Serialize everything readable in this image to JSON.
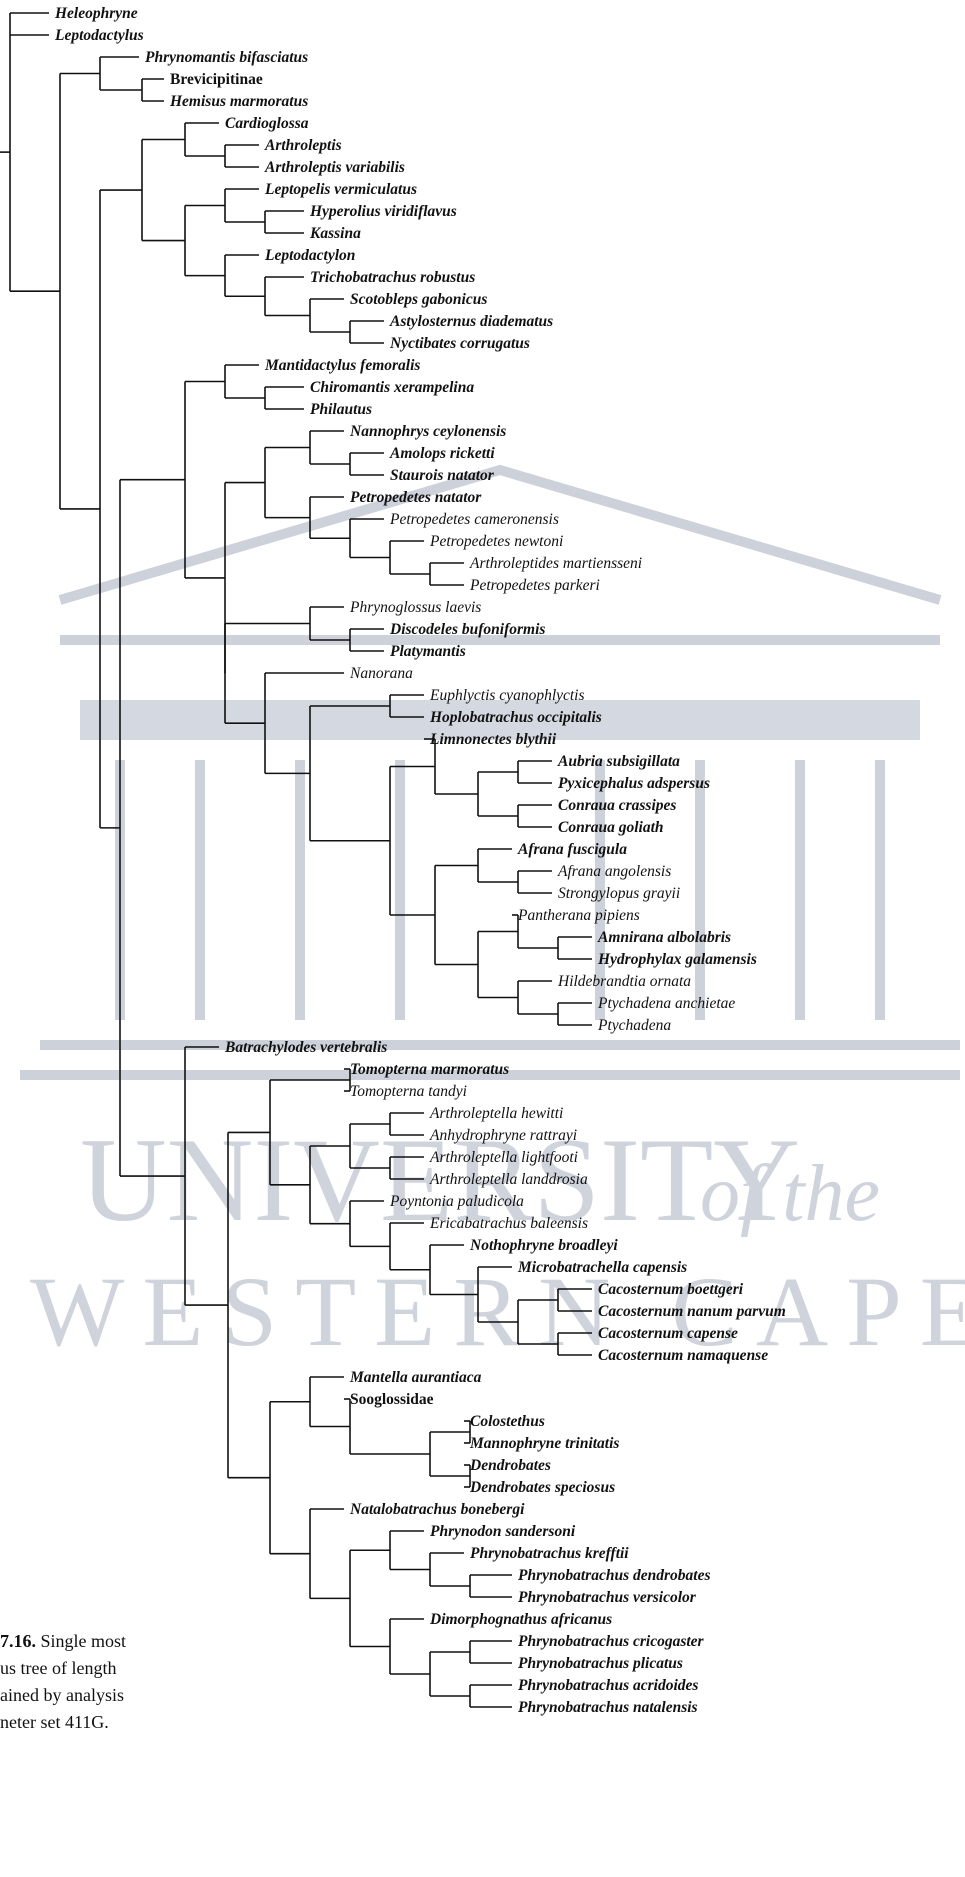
{
  "watermark": {
    "line1": "UNIVERSITY",
    "line1_suffix": "of the",
    "line2": "WESTERN CAPE",
    "color": "#c8ccd6"
  },
  "caption": {
    "figure_label": "7.16.",
    "text_lines": [
      "Single most",
      "us tree of length",
      "ained by analysis",
      "neter set 411G."
    ]
  },
  "taxa": [
    {
      "id": "t1",
      "label": "Heleophryne",
      "style": "bi"
    },
    {
      "id": "t2",
      "label": "Leptodactylus",
      "style": "bi"
    },
    {
      "id": "t3",
      "label": "Phrynomantis bifasciatus",
      "style": "bi"
    },
    {
      "id": "t4",
      "label": "Brevicipitinae",
      "style": "b"
    },
    {
      "id": "t5",
      "label": "Hemisus marmoratus",
      "style": "bi"
    },
    {
      "id": "t6",
      "label": "Cardioglossa",
      "style": "bi"
    },
    {
      "id": "t7",
      "label": "Arthroleptis",
      "style": "bi"
    },
    {
      "id": "t8",
      "label": "Arthroleptis variabilis",
      "style": "bi"
    },
    {
      "id": "t9",
      "label": "Leptopelis vermiculatus",
      "style": "bi"
    },
    {
      "id": "t10",
      "label": "Hyperolius viridiflavus",
      "style": "bi"
    },
    {
      "id": "t11",
      "label": "Kassina",
      "style": "bi"
    },
    {
      "id": "t12",
      "label": "Leptodactylon",
      "style": "bi"
    },
    {
      "id": "t13",
      "label": "Trichobatrachus robustus",
      "style": "bi"
    },
    {
      "id": "t14",
      "label": "Scotobleps gabonicus",
      "style": "bi"
    },
    {
      "id": "t15",
      "label": "Astylosternus diadematus",
      "style": "bi"
    },
    {
      "id": "t16",
      "label": "Nyctibates corrugatus",
      "style": "bi"
    },
    {
      "id": "t17",
      "label": "Mantidactylus femoralis",
      "style": "bi"
    },
    {
      "id": "t18",
      "label": "Chiromantis xerampelina",
      "style": "bi"
    },
    {
      "id": "t19",
      "label": "Philautus",
      "style": "bi"
    },
    {
      "id": "t20",
      "label": "Nannophrys ceylonensis",
      "style": "bi"
    },
    {
      "id": "t21",
      "label": "Amolops ricketti",
      "style": "bi"
    },
    {
      "id": "t22",
      "label": "Staurois natator",
      "style": "bi"
    },
    {
      "id": "t23",
      "label": "Petropedetes natator",
      "style": "bi"
    },
    {
      "id": "t24",
      "label": "Petropedetes cameronensis",
      "style": "i"
    },
    {
      "id": "t25",
      "label": "Petropedetes newtoni",
      "style": "i"
    },
    {
      "id": "t26",
      "label": "Arthroleptides martiensseni",
      "style": "i"
    },
    {
      "id": "t27",
      "label": "Petropedetes parkeri",
      "style": "i"
    },
    {
      "id": "t28",
      "label": "Phrynoglossus laevis",
      "style": "i"
    },
    {
      "id": "t29",
      "label": "Discodeles bufoniformis",
      "style": "bi"
    },
    {
      "id": "t30",
      "label": "Platymantis",
      "style": "bi"
    },
    {
      "id": "t31",
      "label": "Nanorana",
      "style": "i"
    },
    {
      "id": "t32",
      "label": "Euphlyctis cyanophlyctis",
      "style": "i"
    },
    {
      "id": "t33",
      "label": "Hoplobatrachus occipitalis",
      "style": "bi"
    },
    {
      "id": "t34",
      "label": "Limnonectes blythii",
      "style": "bi"
    },
    {
      "id": "t35",
      "label": "Aubria subsigillata",
      "style": "bi"
    },
    {
      "id": "t36",
      "label": "Pyxicephalus adspersus",
      "style": "bi"
    },
    {
      "id": "t37",
      "label": "Conraua crassipes",
      "style": "bi"
    },
    {
      "id": "t38",
      "label": "Conraua goliath",
      "style": "bi"
    },
    {
      "id": "t39",
      "label": "Afrana fuscigula",
      "style": "bi"
    },
    {
      "id": "t40",
      "label": "Afrana angolensis",
      "style": "i"
    },
    {
      "id": "t41",
      "label": "Strongylopus grayii",
      "style": "i"
    },
    {
      "id": "t42",
      "label": "Pantherana pipiens",
      "style": "i"
    },
    {
      "id": "t43",
      "label": "Amnirana albolabris",
      "style": "bi"
    },
    {
      "id": "t44",
      "label": "Hydrophylax galamensis",
      "style": "bi"
    },
    {
      "id": "t45",
      "label": "Hildebrandtia ornata",
      "style": "i"
    },
    {
      "id": "t46",
      "label": "Ptychadena anchietae",
      "style": "i"
    },
    {
      "id": "t47",
      "label": "Ptychadena",
      "style": "i"
    },
    {
      "id": "t48",
      "label": "Batrachylodes vertebralis",
      "style": "bi"
    },
    {
      "id": "t49",
      "label": "Tomopterna marmoratus",
      "style": "bi"
    },
    {
      "id": "t50",
      "label": "Tomopterna tandyi",
      "style": "i"
    },
    {
      "id": "t51",
      "label": "Arthroleptella hewitti",
      "style": "i"
    },
    {
      "id": "t52",
      "label": "Anhydrophryne rattrayi",
      "style": "i"
    },
    {
      "id": "t53",
      "label": "Arthroleptella lightfooti",
      "style": "i"
    },
    {
      "id": "t54",
      "label": "Arthroleptella landdrosia",
      "style": "i"
    },
    {
      "id": "t55",
      "label": "Poyntonia paludicola",
      "style": "i"
    },
    {
      "id": "t56",
      "label": "Ericabatrachus baleensis",
      "style": "i"
    },
    {
      "id": "t57",
      "label": "Nothophryne broadleyi",
      "style": "bi"
    },
    {
      "id": "t58",
      "label": "Microbatrachella capensis",
      "style": "bi"
    },
    {
      "id": "t59",
      "label": "Cacosternum boettgeri",
      "style": "bi"
    },
    {
      "id": "t60",
      "label": "Cacosternum nanum parvum",
      "style": "bi"
    },
    {
      "id": "t61",
      "label": "Cacosternum capense",
      "style": "bi"
    },
    {
      "id": "t62",
      "label": "Cacosternum namaquense",
      "style": "bi"
    },
    {
      "id": "t63",
      "label": "Mantella aurantiaca",
      "style": "bi"
    },
    {
      "id": "t64",
      "label": "Sooglossidae",
      "style": "b"
    },
    {
      "id": "t65",
      "label": "Colostethus",
      "style": "bi"
    },
    {
      "id": "t66",
      "label": "Mannophryne trinitatis",
      "style": "bi"
    },
    {
      "id": "t67",
      "label": "Dendrobates",
      "style": "bi"
    },
    {
      "id": "t68",
      "label": "Dendrobates speciosus",
      "style": "bi"
    },
    {
      "id": "t69",
      "label": "Natalobatrachus bonebergi",
      "style": "bi"
    },
    {
      "id": "t70",
      "label": "Phrynodon sandersoni",
      "style": "bi"
    },
    {
      "id": "t71",
      "label": "Phrynobatrachus krefftii",
      "style": "bi"
    },
    {
      "id": "t72",
      "label": "Phrynobatrachus dendrobates",
      "style": "bi"
    },
    {
      "id": "t73",
      "label": "Phrynobatrachus versicolor",
      "style": "bi"
    },
    {
      "id": "t74",
      "label": "Dimorphognathus africanus",
      "style": "bi"
    },
    {
      "id": "t75",
      "label": "Phrynobatrachus cricogaster",
      "style": "bi"
    },
    {
      "id": "t76",
      "label": "Phrynobatrachus plicatus",
      "style": "bi"
    },
    {
      "id": "t77",
      "label": "Phrynobatrachus acridoides",
      "style": "bi"
    },
    {
      "id": "t78",
      "label": "Phrynobatrachus natalensis",
      "style": "bi"
    }
  ]
}
